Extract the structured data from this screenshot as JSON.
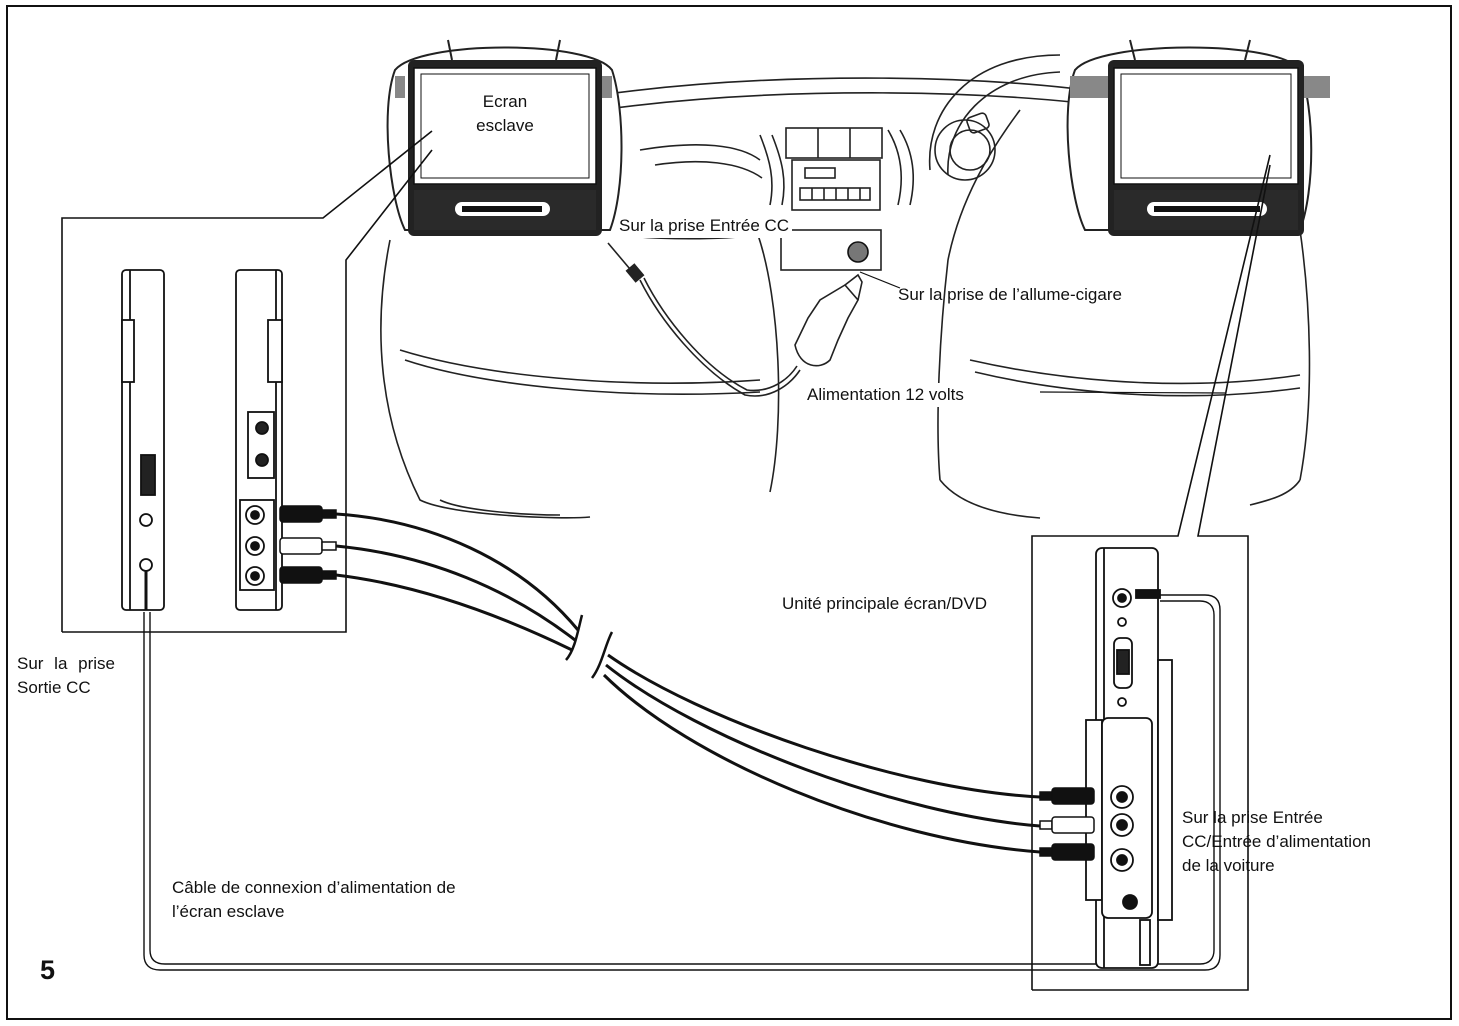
{
  "page_number": "5",
  "labels": {
    "slave_screen": [
      "Ecran",
      "esclave"
    ],
    "dc_in": "Sur la prise Entrée CC",
    "cigarette": "Sur la prise de l’allume-cigare",
    "power_12v": "Alimentation 12 volts",
    "main_unit": "Unité principale écran/DVD",
    "dc_out": [
      "Sur la prise",
      "Sortie CC"
    ],
    "car_input": [
      "Sur la prise Entrée",
      "CC/Entrée d’alimentation",
      "de la voiture"
    ],
    "power_cable": [
      "Câble de connexion d’alimentation de",
      "l’écran esclave"
    ]
  }
}
